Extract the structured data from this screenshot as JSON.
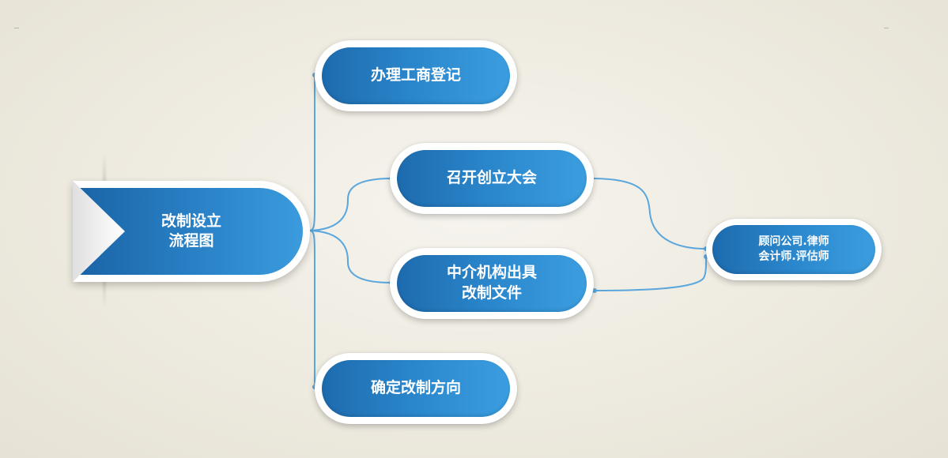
{
  "diagram": {
    "center": {
      "label": "改制设立\n流程图"
    },
    "nodes": {
      "registration": {
        "label": "办理工商登记"
      },
      "founding_meeting": {
        "label": "召开创立大会"
      },
      "intermediary_docs": {
        "label": "中介机构出具\n改制文件"
      },
      "direction": {
        "label": "确定改制方向"
      },
      "advisors": {
        "label": "顾问公司.律师\n会计师.评估师"
      }
    },
    "colors": {
      "node_blue_dark": "#1d6bae",
      "node_blue_light": "#3b9ee0",
      "connector": "#5aa6dd",
      "background": "#efece2"
    }
  }
}
